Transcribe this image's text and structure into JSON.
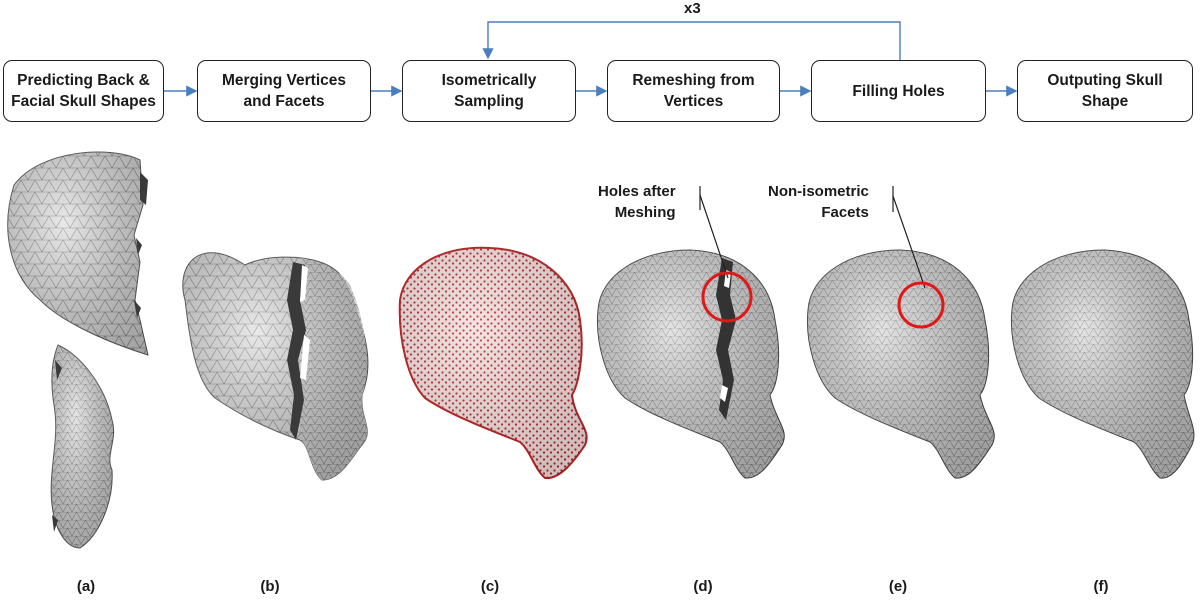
{
  "pipeline": {
    "loop_label": "x3",
    "steps": [
      {
        "label": "Predicting Back &\nFacial Skull Shapes"
      },
      {
        "label": "Merging Vertices\nand Facets"
      },
      {
        "label": "Isometrically\nSampling"
      },
      {
        "label": "Remeshing from\nVertices"
      },
      {
        "label": "Filling Holes"
      },
      {
        "label": "Outputing Skull\nShape"
      }
    ]
  },
  "annotations": {
    "holes": "Holes after\nMeshing",
    "non_isometric": "Non-isometric\nFacets"
  },
  "panels": [
    "(a)",
    "(b)",
    "(c)",
    "(d)",
    "(e)",
    "(f)"
  ],
  "colors": {
    "arrow": "#4a7ebf",
    "mesh_fill": "#d9d9d9",
    "mesh_line": "#6e6e6e",
    "hole": "#3a3a3a",
    "point_cloud": "#b22222",
    "highlight_circle": "#e01818"
  }
}
